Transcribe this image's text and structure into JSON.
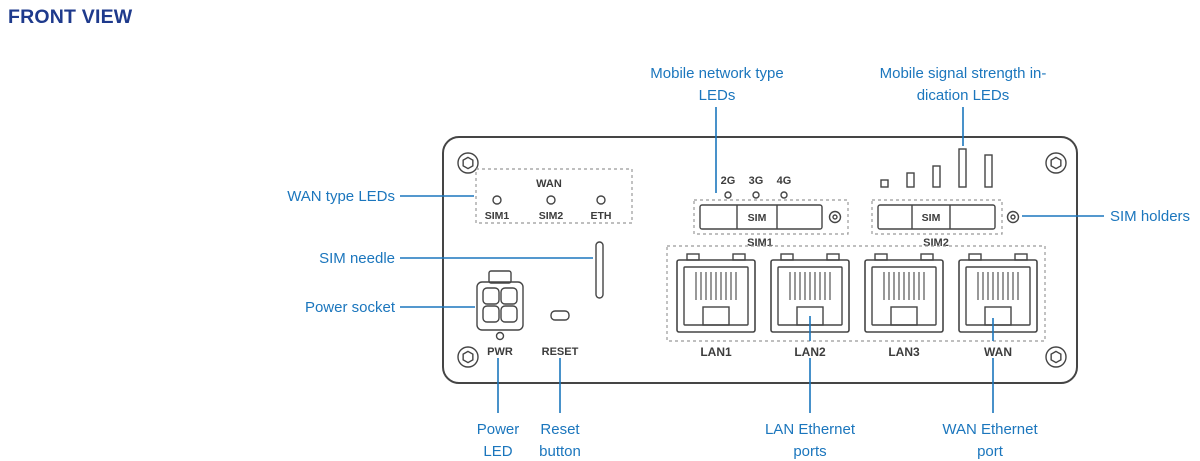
{
  "page": {
    "title": "FRONT VIEW"
  },
  "colors": {
    "accent_blue": "#1b76bd",
    "title_navy": "#1e3a8c",
    "outline_gray": "#454545"
  },
  "device": {
    "wan_led_group": {
      "title": "WAN",
      "leds": [
        "SIM1",
        "SIM2",
        "ETH"
      ]
    },
    "network_type_leds": [
      "2G",
      "3G",
      "4G"
    ],
    "sim1": {
      "tray_label": "SIM",
      "name": "SIM1"
    },
    "sim2": {
      "tray_label": "SIM",
      "name": "SIM2"
    },
    "power_led_label": "PWR",
    "reset_label": "RESET",
    "ports": [
      "LAN1",
      "LAN2",
      "LAN3",
      "WAN"
    ]
  },
  "callouts": {
    "mobile_network_leds": {
      "line1": "Mobile network type",
      "line2": "LEDs"
    },
    "signal_strength_leds": {
      "line1": "Mobile signal strength in-",
      "line2": "dication LEDs"
    },
    "wan_type_leds": {
      "label": "WAN type LEDs"
    },
    "sim_holders": {
      "label": "SIM holders"
    },
    "sim_needle": {
      "label": "SIM needle"
    },
    "power_socket": {
      "label": "Power socket"
    },
    "power_led": {
      "line1": "Power",
      "line2": "LED"
    },
    "reset_button": {
      "line1": "Reset",
      "line2": "button"
    },
    "lan_ports": {
      "line1": "LAN Ethernet",
      "line2": "ports"
    },
    "wan_port": {
      "line1": "WAN Ethernet",
      "line2": "port"
    }
  }
}
